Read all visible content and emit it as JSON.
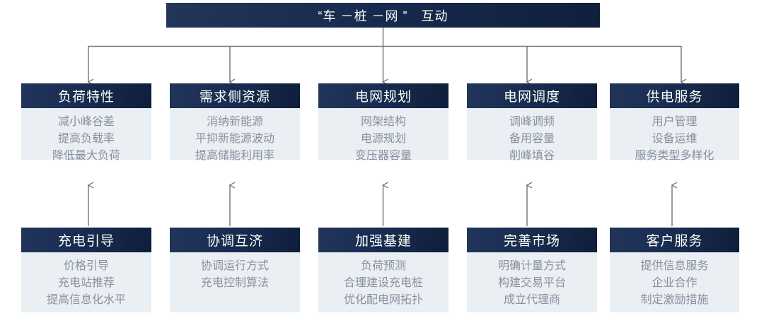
{
  "diagram": {
    "type": "hierarchy-tree",
    "root": {
      "label": "“车 －桩 －网 ”　互动"
    },
    "colors": {
      "header_navy": "#16294c",
      "body_light": "#e9eff2",
      "item_text": "#8b8fa3",
      "connector": "#6f7378",
      "page_background": "#ffffff"
    },
    "top_row": [
      {
        "title": "负荷特性",
        "items": [
          "减小峰谷差",
          "提高负载率",
          "降低最大负荷"
        ]
      },
      {
        "title": "需求侧资源",
        "items": [
          "消纳新能源",
          "平抑新能源波动",
          "提高储能利用率"
        ]
      },
      {
        "title": "电网规划",
        "items": [
          "网架结构",
          "电源规划",
          "变压器容量"
        ]
      },
      {
        "title": "电网调度",
        "items": [
          "调峰调频",
          "备用容量",
          "削峰填谷"
        ]
      },
      {
        "title": "供电服务",
        "items": [
          "用户管理",
          "设备运维",
          "服务类型多样化"
        ]
      }
    ],
    "bottom_row": [
      {
        "title": "充电引导",
        "items": [
          "价格引导",
          "充电站推荐",
          "提高信息化水平"
        ]
      },
      {
        "title": "协调互济",
        "items": [
          "协调运行方式",
          "充电控制算法"
        ]
      },
      {
        "title": "加强基建",
        "items": [
          "负荷预测",
          "合理建设充电桩",
          "优化配电网拓扑"
        ]
      },
      {
        "title": "完善市场",
        "items": [
          "明确计量方式",
          "构建交易平台",
          "成立代理商"
        ]
      },
      {
        "title": "客户服务",
        "items": [
          "提供信息服务",
          "企业合作",
          "制定激励措施"
        ]
      }
    ]
  }
}
